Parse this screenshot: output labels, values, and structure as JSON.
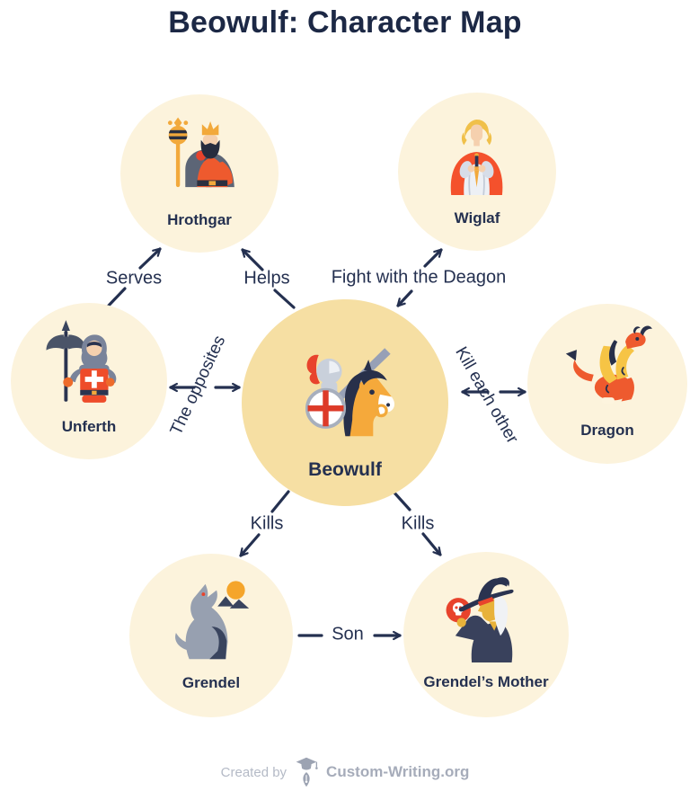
{
  "title": "Beowulf: Character Map",
  "nodes": [
    {
      "label": "Hrothgar",
      "icon": "king-icon"
    },
    {
      "label": "Wiglaf",
      "icon": "caped-knight-icon"
    },
    {
      "label": "Unferth",
      "icon": "axe-warrior-icon"
    },
    {
      "label": "Beowulf",
      "icon": "knight-on-horse-icon"
    },
    {
      "label": "Dragon",
      "icon": "dragon-icon"
    },
    {
      "label": "Grendel",
      "icon": "wolf-icon"
    },
    {
      "label": "Grendel’s Mother",
      "icon": "witch-icon"
    }
  ],
  "edges": [
    {
      "label": "Serves",
      "from": "Unferth",
      "to": "Hrothgar"
    },
    {
      "label": "Helps",
      "from": "Beowulf",
      "to": "Hrothgar"
    },
    {
      "label": "Fight with the Deagon",
      "from": "Beowulf",
      "to": "Wiglaf"
    },
    {
      "label": "The opposites",
      "between": [
        "Unferth",
        "Beowulf"
      ]
    },
    {
      "label": "Kill each other",
      "between": [
        "Beowulf",
        "Dragon"
      ]
    },
    {
      "label": "Kills",
      "from": "Beowulf",
      "to": "Grendel"
    },
    {
      "label": "Kills",
      "from": "Beowulf",
      "to": "Grendel’s Mother"
    },
    {
      "label": "Son",
      "from": "Grendel",
      "to": "Grendel’s Mother"
    }
  ],
  "footer": {
    "created_by": "Created by",
    "brand": "Custom-Writing.org"
  },
  "colors": {
    "title_navy": "#1c2845",
    "label_navy": "#243050",
    "circle_cream": "#fcf3dc",
    "center_circle": "#f6dfa3",
    "orange": "#ee5a2e",
    "gold": "#f2a93b",
    "red": "#e8432c",
    "slate_gray": "#5c6576",
    "footer_gray": "#a6acba"
  }
}
